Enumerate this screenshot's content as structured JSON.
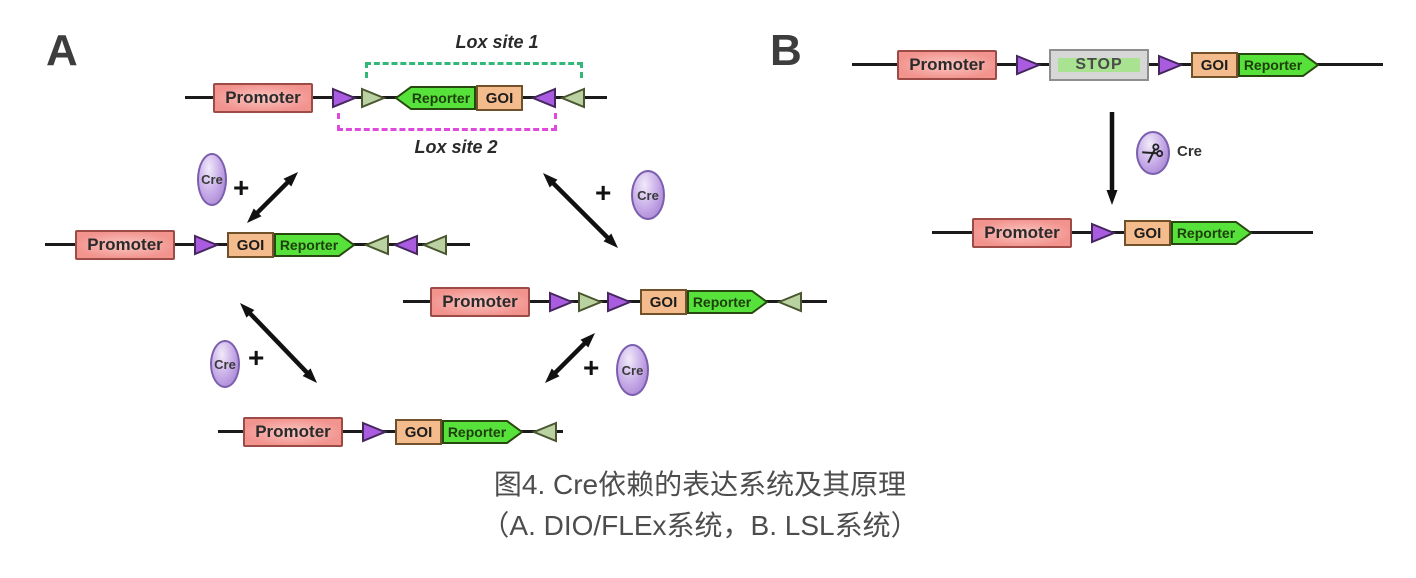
{
  "panel_a": {
    "label": "A",
    "lox_site_1": "Lox site 1",
    "lox_site_2": "Lox site 2",
    "cre": "Cre",
    "plus": "+"
  },
  "panel_b": {
    "label": "B",
    "cre": "Cre"
  },
  "elements": {
    "promoter": "Promoter",
    "reporter": "Reporter",
    "goi": "GOI",
    "stop": "STOP"
  },
  "constructs": {
    "a_top": [
      "promoter",
      "ptri-r",
      "gtri-r",
      "reporter-l",
      "goi",
      "ptri-l",
      "gtri-l"
    ],
    "a_mid_left": [
      "promoter",
      "ptri-r",
      "goi",
      "reporter-r",
      "gtri-l",
      "ptri-l",
      "gtri-l"
    ],
    "a_mid_right": [
      "promoter",
      "ptri-r",
      "gtri-r",
      "ptri-r",
      "goi",
      "reporter-r",
      "gtri-l"
    ],
    "a_bottom": [
      "promoter",
      "ptri-r",
      "goi",
      "reporter-r",
      "gtri-l"
    ],
    "b_top": [
      "promoter",
      "ptri-r",
      "stop",
      "ptri-r",
      "goi",
      "reporter-r"
    ],
    "b_bottom": [
      "promoter",
      "ptri-r",
      "goi",
      "reporter-r"
    ]
  },
  "colors": {
    "promoter_fill": "#f2938e",
    "promoter_border": "#9c4b46",
    "purple_triangle_fill": "#aa5ce0",
    "purple_triangle_border": "#45275e",
    "green_triangle_fill": "#bad2a2",
    "green_triangle_border": "#49562f",
    "reporter_fill": "#56e23a",
    "reporter_border": "#27490f",
    "reporter_text": "#1e3e0c",
    "goi_fill": "#f4bc8d",
    "stop_fill": "#d7d7d7",
    "stop_band": "#a9e391",
    "cre_fill": "#c3a6e6",
    "dna_line": "#1b1b1b",
    "lox1_dash": "#31b877",
    "lox2_dash": "#de4ade"
  },
  "caption": {
    "line1": "图4. Cre依赖的表达系统及其原理",
    "line2": "（A. DIO/FLEx系统，B. LSL系统）"
  }
}
